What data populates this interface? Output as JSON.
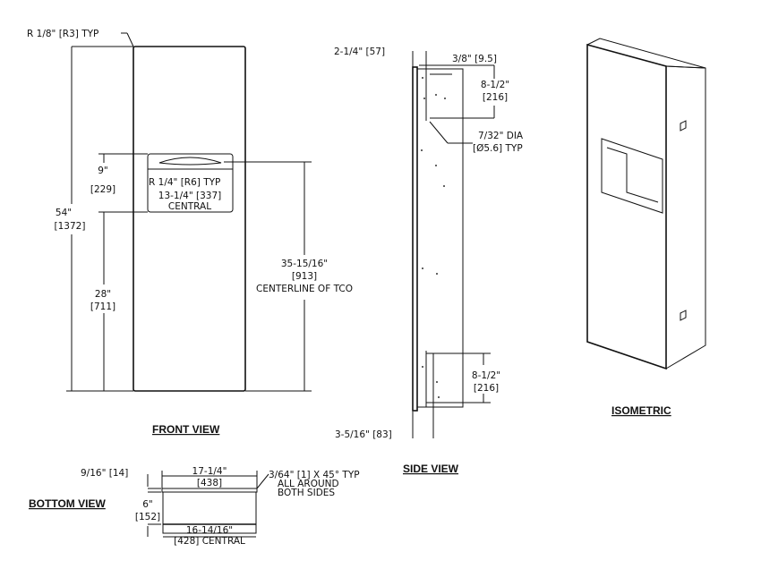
{
  "front_view": {
    "title": "FRONT VIEW",
    "corner_radius": "R 1/8\" [R3] TYP",
    "height": "54\"",
    "height_mm": "[1372]",
    "opening_height": "9\"",
    "opening_height_mm": "[229]",
    "opening_radius": "R 1/4\" [R6] TYP",
    "opening_width": "13-1/4\" [337]",
    "opening_width_note": "CENTRAL",
    "floor_to_opening": "28\"",
    "floor_to_opening_mm": "[711]",
    "centerline": "35-15/16\"",
    "centerline_mm": "[913]",
    "centerline_note": "CENTERLINE OF TCO"
  },
  "side_view": {
    "title": "SIDE VIEW",
    "flange_depth": "2-1/4\" [57]",
    "offset": "3/8\" [9.5]",
    "top_bracket": "8-1/2\"",
    "top_bracket_mm": "[216]",
    "hole_dia": "7/32\" DIA",
    "hole_dia_mm": "[Ø5.6] TYP",
    "bottom_bracket": "8-1/2\"",
    "bottom_bracket_mm": "[216]",
    "depth": "3-5/16\" [83]"
  },
  "isometric": {
    "title": "ISOMETRIC"
  },
  "bottom_view": {
    "title": "BOTTOM VIEW",
    "flange": "9/16\" [14]",
    "width": "17-1/4\"",
    "width_mm": "[438]",
    "chamfer_1": "3/64\" [1] X 45° TYP",
    "chamfer_2": "ALL AROUND",
    "chamfer_3": "BOTH SIDES",
    "depth": "6\"",
    "depth_mm": "[152]",
    "inner_width": "16-14/16\"",
    "inner_width_mm": "[428] CENTRAL"
  }
}
